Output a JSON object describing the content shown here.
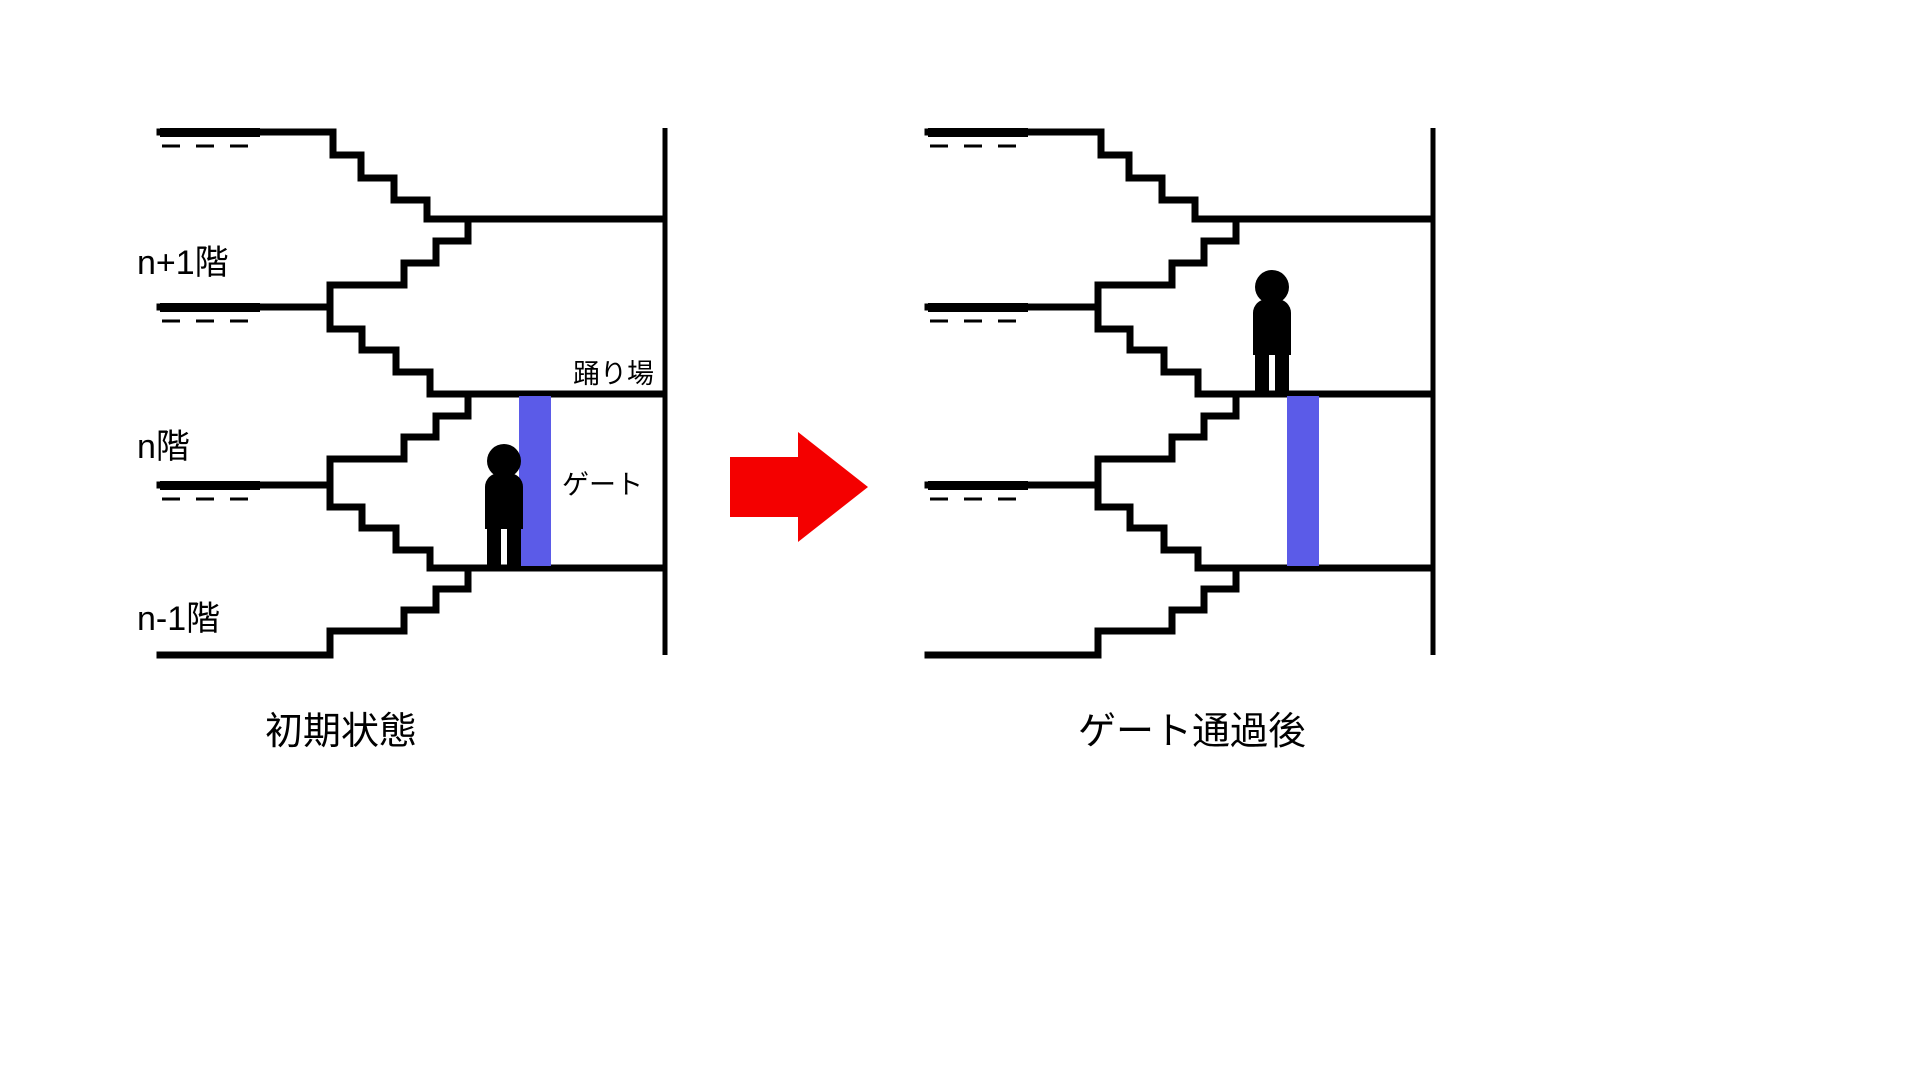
{
  "figure": {
    "title_left_caption": "初期状態",
    "title_right_caption": "ゲート通過後",
    "background_color": "#FFFFFF",
    "line_color": "#000000"
  },
  "colors": {
    "gate": "#5B5BE8",
    "arrow": "#F40000",
    "stroke": "#000000",
    "person": "#000000"
  },
  "floor_labels": {
    "upper": "n+1階",
    "middle": "n階",
    "lower": "n-1階"
  },
  "callouts": {
    "landing": "踊り場",
    "gate": "ゲート"
  },
  "panels": [
    {
      "name": "initial-state",
      "caption": "初期状態",
      "person_position": "below-gate-on-lower-landing",
      "gate_state": "closed-before-person",
      "shows_floor_labels": true,
      "shows_callouts": true
    },
    {
      "name": "after-gate-passed",
      "caption": "ゲート通過後",
      "person_position": "above-gate-on-upper-landing",
      "gate_state": "passed",
      "shows_floor_labels": false,
      "shows_callouts": false
    }
  ],
  "transition": {
    "arrow_direction": "right",
    "arrow_color": "#F40000"
  }
}
